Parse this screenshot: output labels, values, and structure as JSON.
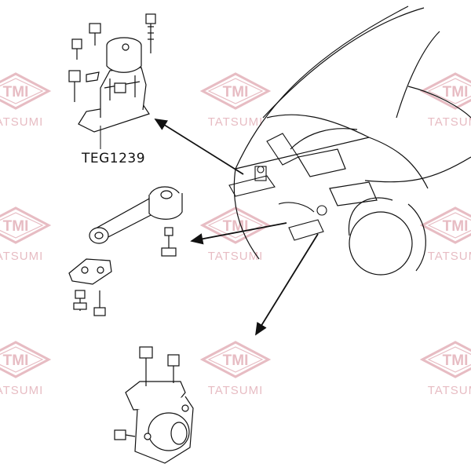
{
  "part_label": "TEG1239",
  "watermark": {
    "logo_text": "TMI",
    "brand_text": "TATSUMI",
    "color": "#e7bcc3"
  },
  "line_color": "#111111"
}
